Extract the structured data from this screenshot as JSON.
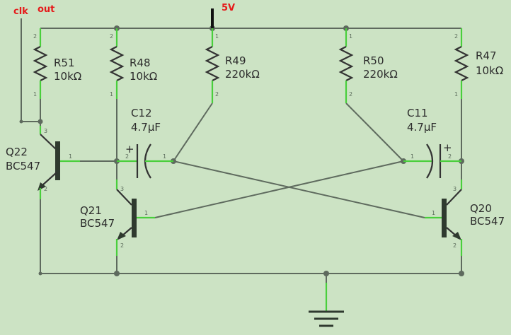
{
  "net_labels": {
    "clk": "clk",
    "out": "out",
    "vcc": "5V"
  },
  "components": {
    "r51": {
      "name": "R51",
      "value": "10kΩ"
    },
    "r48": {
      "name": "R48",
      "value": "10kΩ"
    },
    "r49": {
      "name": "R49",
      "value": "220kΩ"
    },
    "r50": {
      "name": "R50",
      "value": "220kΩ"
    },
    "r47": {
      "name": "R47",
      "value": "10kΩ"
    },
    "c12": {
      "name": "C12",
      "value": "4.7µF"
    },
    "c11": {
      "name": "C11",
      "value": "4.7µF"
    },
    "q22": {
      "name": "Q22",
      "value": "BC547"
    },
    "q21": {
      "name": "Q21",
      "value": "BC547"
    },
    "q20": {
      "name": "Q20",
      "value": "BC547"
    }
  },
  "pin_numbers": {
    "p1": "1",
    "p2": "2",
    "p3": "3"
  },
  "colors": {
    "background": "#cce3c4",
    "wire": "#5e6a5e",
    "pin": "#49cf3c",
    "body": "#333333",
    "label_red": "#e51a1a"
  }
}
